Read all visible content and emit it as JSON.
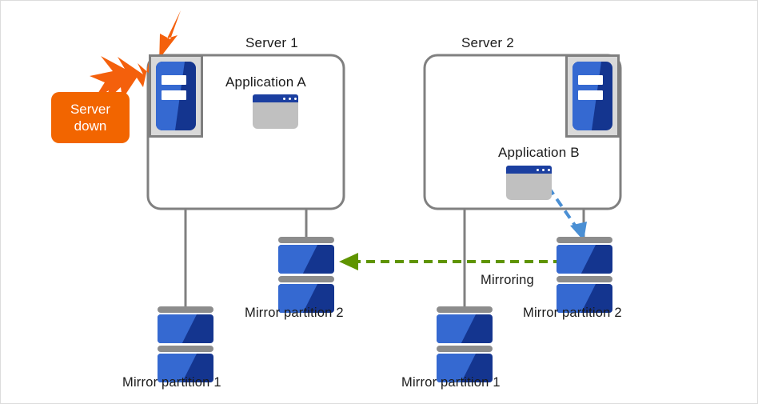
{
  "diagram": {
    "title_visible": false,
    "alert": {
      "badge_line1": "Server",
      "badge_line2": "down",
      "badge_color": "#f26500",
      "burst_icon": "explosion-burst-icon"
    },
    "servers": [
      {
        "id": "server-1",
        "label": "Server 1",
        "server_icon": "server-tower-icon",
        "app_label": "Application A",
        "app_icon": "application-window-icon",
        "state": "down"
      },
      {
        "id": "server-2",
        "label": "Server 2",
        "server_icon": "server-tower-icon",
        "app_label": "Application B",
        "app_icon": "application-window-icon",
        "state": "active"
      }
    ],
    "disks": [
      {
        "id": "s1-mirror-1",
        "label": "Mirror partition 1",
        "owner": "server-1"
      },
      {
        "id": "s1-mirror-2",
        "label": "Mirror partition 2",
        "owner": "server-1"
      },
      {
        "id": "s2-mirror-1",
        "label": "Mirror partition 1",
        "owner": "server-2"
      },
      {
        "id": "s2-mirror-2",
        "label": "Mirror partition 2",
        "owner": "server-2"
      }
    ],
    "connections": [
      {
        "id": "mirroring-link",
        "label": "Mirroring",
        "style": "dashed",
        "color": "#5f9400",
        "direction": "right-to-left",
        "from": "s2-mirror-2",
        "to": "s1-mirror-2"
      },
      {
        "id": "app-b-write-link",
        "label": "",
        "style": "dashed",
        "color": "#4a8fd4",
        "direction": "down-right",
        "from": "Application B",
        "to": "s2-mirror-2"
      }
    ],
    "colors": {
      "box_border": "#808080",
      "wire": "#808080",
      "disk_light": "#3569d1",
      "disk_dark": "#14358f",
      "disk_cap": "#8c8c8c",
      "app_titlebar": "#1b3fa0",
      "app_body": "#c0c0c0",
      "alert_orange": "#f26500",
      "mirroring_green": "#5f9400",
      "write_blue": "#4a8fd4"
    }
  }
}
